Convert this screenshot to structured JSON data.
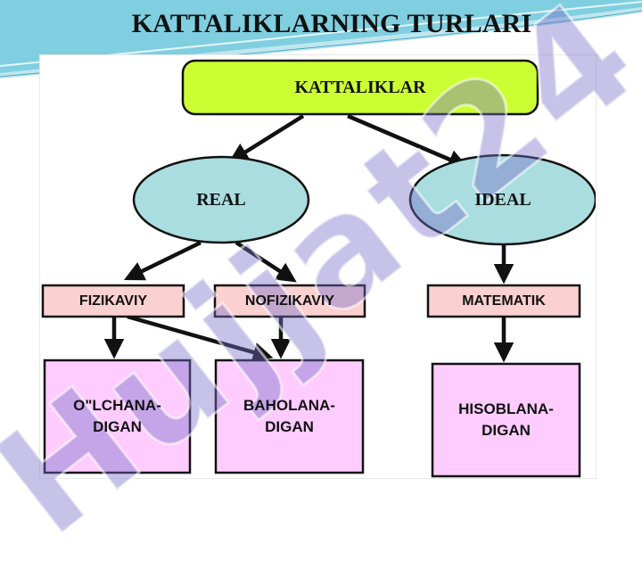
{
  "slide": {
    "title": "KATTALIKLARNING TURLARI",
    "watermark": "Hujjat24"
  },
  "diagram": {
    "root": {
      "label": "KATTALIKLAR",
      "color": "#ccff33"
    },
    "ellipses": [
      {
        "label": "REAL",
        "color": "#aadde0"
      },
      {
        "label": "IDEAL",
        "color": "#aadde0"
      }
    ],
    "categories": [
      {
        "label": "FIZIKAVIY",
        "color": "#fbd0d0"
      },
      {
        "label": "NOFIZIKAVIY",
        "color": "#fbd0d0"
      },
      {
        "label": "MATEMATIK",
        "color": "#fbd0d0"
      }
    ],
    "leaves": [
      {
        "label_line1": "O\"LCHANA-",
        "label_line2": "DIGAN",
        "color": "#ffccff"
      },
      {
        "label_line1": "BAHOLANA-",
        "label_line2": "DIGAN",
        "color": "#ffccff"
      },
      {
        "label_line1": "HISOBLANA-",
        "label_line2": "DIGAN",
        "color": "#ffccff"
      }
    ]
  }
}
